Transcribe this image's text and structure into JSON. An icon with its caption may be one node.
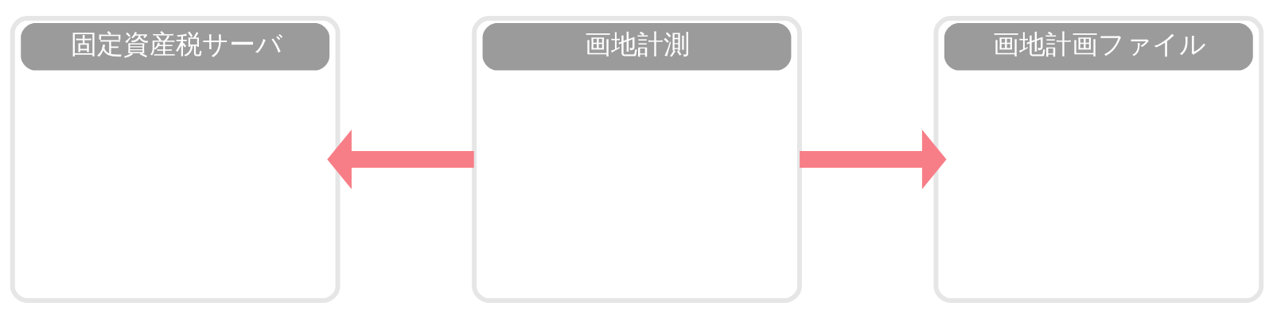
{
  "diagram": {
    "nodes": [
      {
        "text": [
          "固定資産税サーバ"
        ]
      },
      {
        "text": [
          "画地計測"
        ]
      },
      {
        "text": [
          "画地計画ファイル"
        ]
      }
    ],
    "edges": [
      {
        "from": 1,
        "to": 0,
        "arrow": "to"
      },
      {
        "from": 1,
        "to": 2,
        "arrow": "to"
      }
    ]
  }
}
